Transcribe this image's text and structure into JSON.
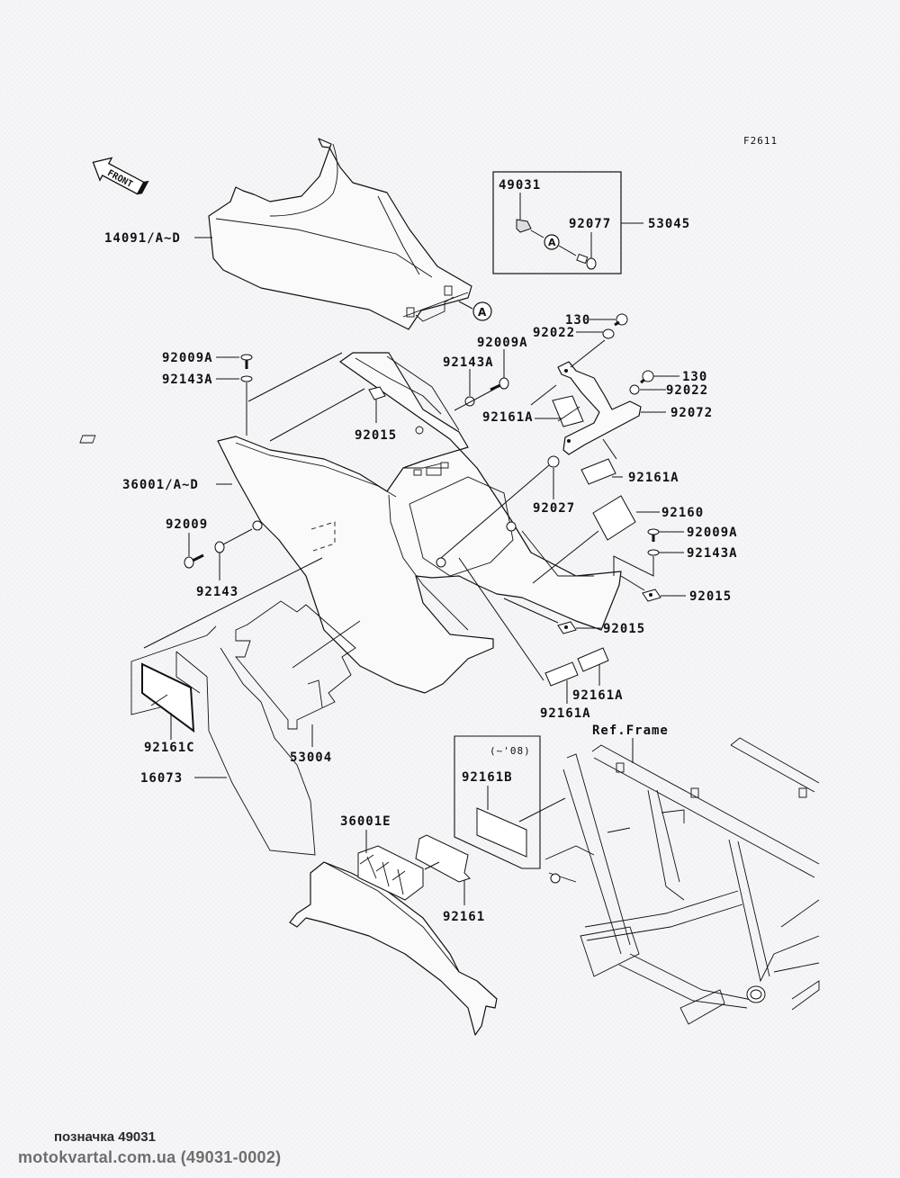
{
  "figure_code": "F2611",
  "front_arrow_text": "FRONT",
  "callout_letter": "A",
  "kit_box": {
    "part_number": "53045",
    "items": [
      "49031",
      "92077"
    ]
  },
  "labels": {
    "p14091": "14091/A~D",
    "p36001": "36001/A~D",
    "p92009A_left": "92009A",
    "p92143A_left": "92143A",
    "p92015_top": "92015",
    "p92009": "92009",
    "p92143": "92143",
    "p92009A_mid": "92009A",
    "p92143A_mid": "92143A",
    "p130_top": "130",
    "p92022_top": "92022",
    "p130_right": "130",
    "p92022_right": "92022",
    "p92072": "92072",
    "p92161A_a": "92161A",
    "p92161A_b": "92161A",
    "p92027": "92027",
    "p92160": "92160",
    "p92009A_right": "92009A",
    "p92143A_right": "92143A",
    "p92015_right": "92015",
    "p92015_bottom": "92015",
    "p92161A_c": "92161A",
    "p92161A_d": "92161A",
    "p92161C": "92161C",
    "p53004": "53004",
    "p16073": "16073",
    "ref_frame": "Ref.Frame",
    "year_note": "(~'08)",
    "p92161B": "92161B",
    "p36001E": "36001E",
    "p92161": "92161"
  },
  "footer": {
    "caption": "позначка 49031",
    "source": "motokvartal.com.ua (49031-0002)"
  }
}
